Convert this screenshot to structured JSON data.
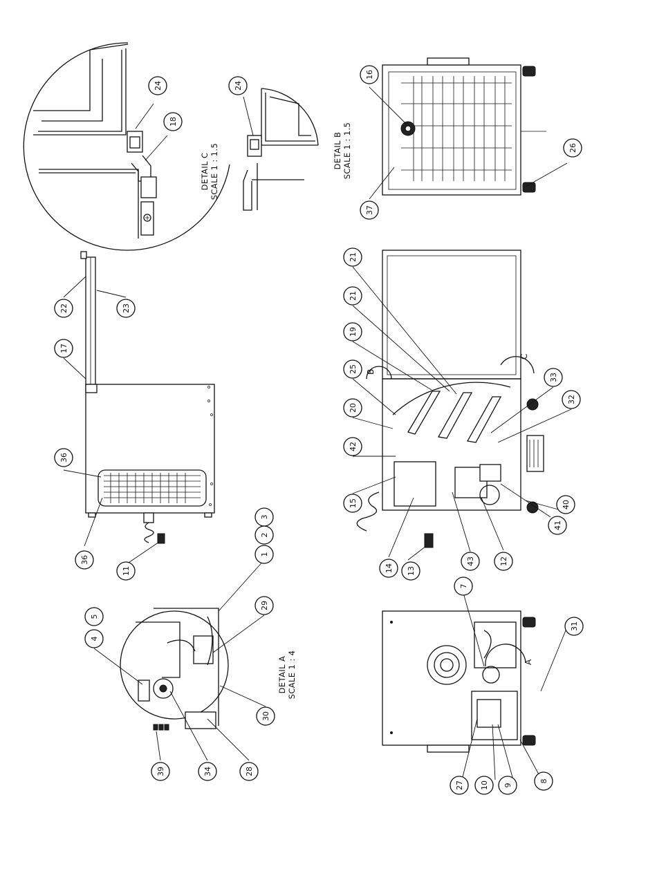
{
  "details": {
    "a": {
      "title": "DETAIL A",
      "scale": "SCALE 1 : 4"
    },
    "b": {
      "title": "DETAIL B",
      "scale": "SCALE 1 : 1.5"
    },
    "c": {
      "title": "DETAIL C",
      "scale": "SCALE 1 : 1.5"
    }
  },
  "view_markers": {
    "a": "A",
    "b": "B",
    "c": "C"
  },
  "callouts": {
    "top_left": [
      "24",
      "18"
    ],
    "top_middle": [
      "24"
    ],
    "top_right": [
      "16",
      "37",
      "26"
    ],
    "middle_left": [
      "17",
      "22",
      "23",
      "36",
      "36",
      "11"
    ],
    "middle_right": [
      "21",
      "21",
      "19",
      "25",
      "20",
      "42",
      "15",
      "14",
      "13",
      "43",
      "12",
      "41",
      "40",
      "32",
      "33"
    ],
    "bottom_left": [
      "3",
      "2",
      "1",
      "29",
      "5",
      "4",
      "39",
      "34",
      "28",
      "30"
    ],
    "bottom_right": [
      "7",
      "31",
      "27",
      "10",
      "9",
      "8"
    ]
  }
}
